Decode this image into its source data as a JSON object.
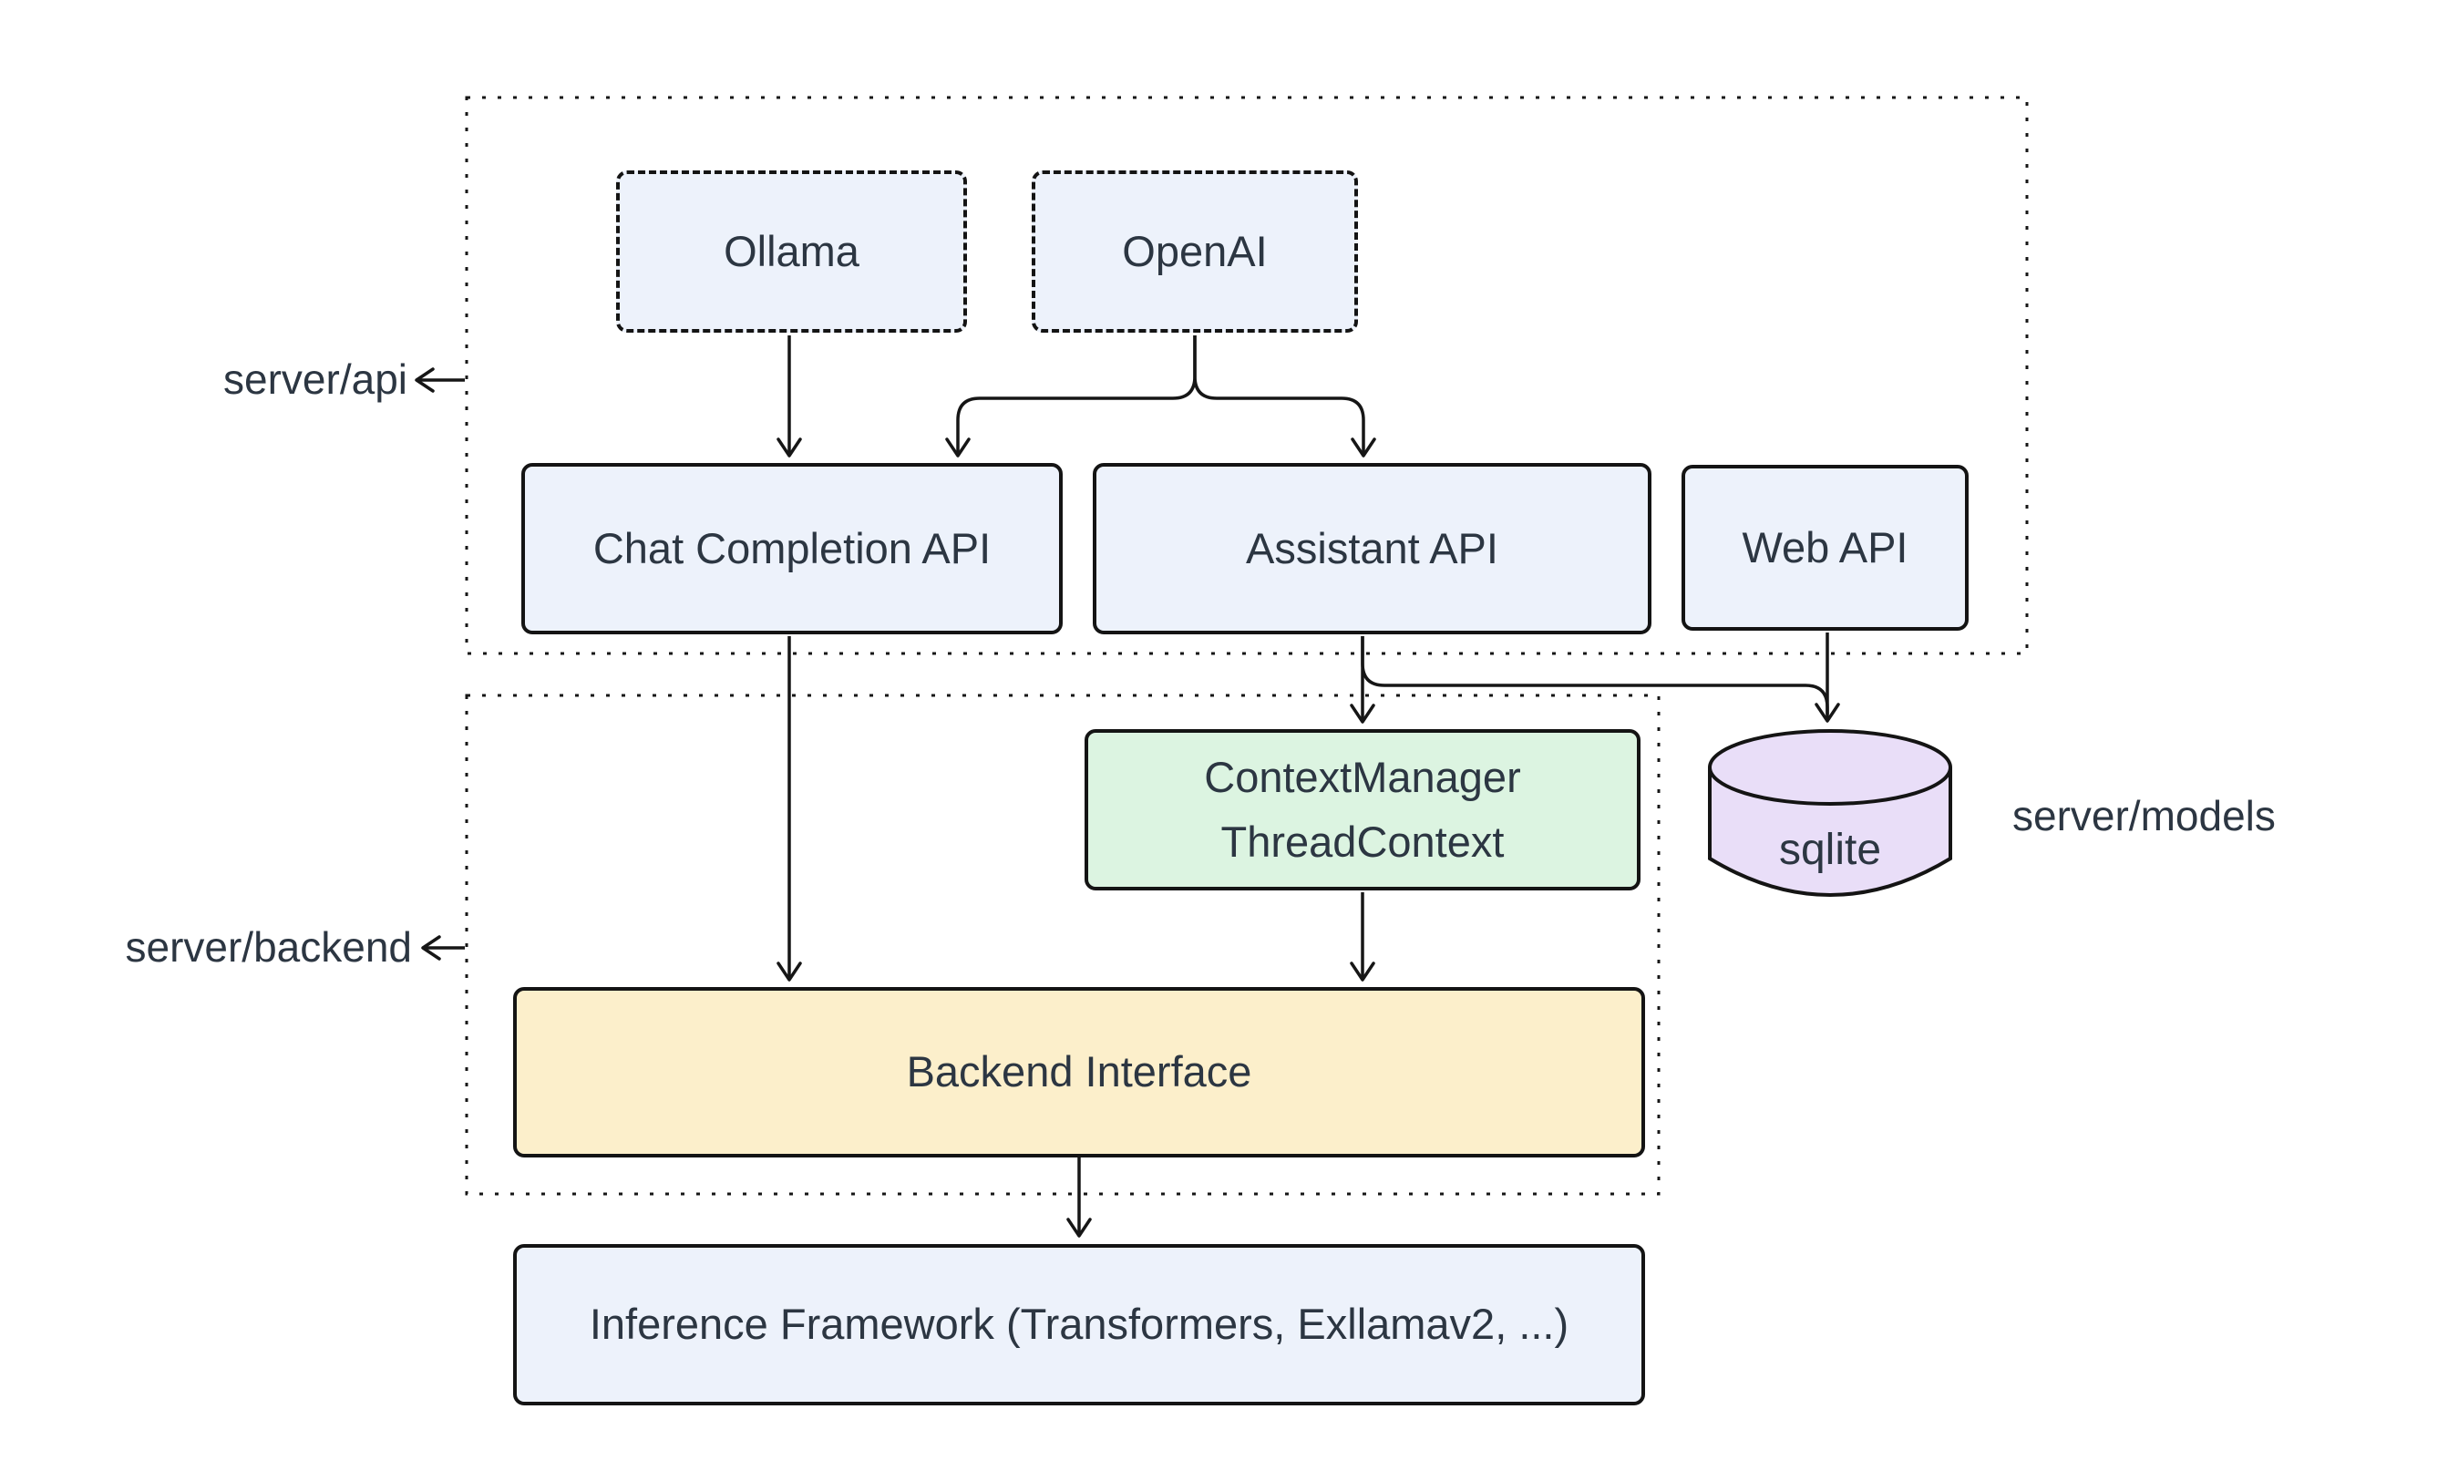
{
  "diagram": {
    "labels": {
      "server_api": "server/api",
      "server_backend": "server/backend",
      "server_models": "server/models"
    },
    "nodes": {
      "ollama": "Ollama",
      "openai": "OpenAI",
      "chat_completion": "Chat Completion API",
      "assistant": "Assistant API",
      "web_api": "Web API",
      "context_manager_line1": "ContextManager",
      "context_manager_line2": "ThreadContext",
      "sqlite": "sqlite",
      "backend_interface": "Backend Interface",
      "inference": "Inference Framework (Transformers, Exllamav2, ...)"
    },
    "colors": {
      "background": "#ffffff",
      "node_fill_blue": "#edf2fb",
      "node_fill_green": "#dcf4e1",
      "node_fill_yellow": "#fcefcb",
      "node_fill_purple": "#e9def8",
      "stroke": "#161616",
      "text": "#2c3642"
    },
    "edges": [
      {
        "from": "Ollama",
        "to": "Chat Completion API"
      },
      {
        "from": "OpenAI",
        "to": "Chat Completion API"
      },
      {
        "from": "OpenAI",
        "to": "Assistant API"
      },
      {
        "from": "Assistant API",
        "to": "ContextManager ThreadContext"
      },
      {
        "from": "Assistant API",
        "to": "sqlite"
      },
      {
        "from": "Web API",
        "to": "sqlite"
      },
      {
        "from": "Chat Completion API",
        "to": "Backend Interface"
      },
      {
        "from": "ContextManager ThreadContext",
        "to": "Backend Interface"
      },
      {
        "from": "Backend Interface",
        "to": "Inference Framework (Transformers, Exllamav2, ...)"
      }
    ]
  }
}
